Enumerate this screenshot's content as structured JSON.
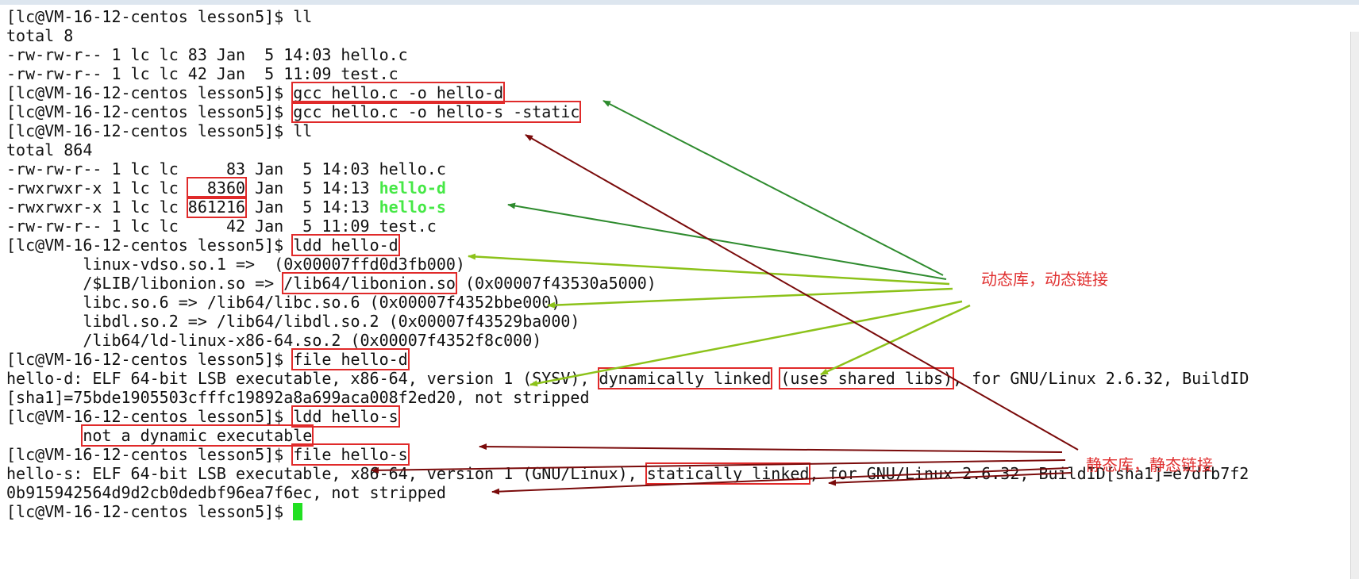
{
  "prompt": "[lc@VM-16-12-centos lesson5]$ ",
  "l1": {
    "cmd": "ll"
  },
  "l2": {
    "text": "total 8"
  },
  "l3": {
    "text": "-rw-rw-r-- 1 lc lc 83 Jan  5 14:03 hello.c"
  },
  "l4": {
    "text": "-rw-rw-r-- 1 lc lc 42 Jan  5 11:09 test.c"
  },
  "l5": {
    "cmd": "gcc hello.c -o hello-d"
  },
  "l6": {
    "cmd": "gcc hello.c -o hello-s -static"
  },
  "l7": {
    "cmd": "ll"
  },
  "l8": {
    "text": "total 864"
  },
  "l9": {
    "text": "-rw-rw-r-- 1 lc lc     83 Jan  5 14:03 hello.c"
  },
  "l10": {
    "pre": "-rwxrwxr-x 1 lc lc ",
    "size": "  8360",
    "mid": " Jan  5 14:13 ",
    "name": "hello-d"
  },
  "l11": {
    "pre": "-rwxrwxr-x 1 lc lc ",
    "size": "861216",
    "mid": " Jan  5 14:13 ",
    "name": "hello-s"
  },
  "l12": {
    "text": "-rw-rw-r-- 1 lc lc     42 Jan  5 11:09 test.c"
  },
  "l13": {
    "cmd": "ldd hello-d"
  },
  "l14": {
    "text": "        linux-vdso.so.1 =>  (0x00007ffd0d3fb000)"
  },
  "l15": {
    "pre": "        /$LIB/libonion.so => ",
    "lib": "/lib64/libonion.so",
    "post": " (0x00007f43530a5000)"
  },
  "l16": {
    "text": "        libc.so.6 => /lib64/libc.so.6 (0x00007f4352bbe000)"
  },
  "l17": {
    "text": "        libdl.so.2 => /lib64/libdl.so.2 (0x00007f43529ba000)"
  },
  "l18": {
    "text": "        /lib64/ld-linux-x86-64.so.2 (0x00007f4352f8c000)"
  },
  "l19": {
    "cmd": "file hello-d"
  },
  "l20": {
    "pre": "hello-d: ELF 64-bit LSB executable, x86-64, version 1 (SYSV), ",
    "b1": "dynamically linked",
    "sp": " ",
    "b2": "(uses shared libs)",
    "post": ", for GNU/Linux 2.6.32, BuildID"
  },
  "l21": {
    "text": "[sha1]=75bde1905503cfffc19892a8a699aca008f2ed20, not stripped"
  },
  "l22": {
    "cmd": "ldd hello-s"
  },
  "l23": {
    "pre": "        ",
    "boxed": "not a dynamic executable"
  },
  "l24": {
    "cmd": "file hello-s"
  },
  "l25": {
    "pre": "hello-s: ELF 64-bit LSB executable, x86-64, version 1 (GNU/Linux), ",
    "boxed": "statically linked",
    "post": ", for GNU/Linux 2.6.32, BuildID[sha1]=e7dfb7f2"
  },
  "l26": {
    "text": "0b915942564d9d2cb0dedbf96ea7f6ec, not stripped"
  },
  "annotations": {
    "dynamic": "动态库，动态链接",
    "static": "静态库，静态链接"
  },
  "colors": {
    "box_red": "#e02a2a",
    "label_red": "#e03030",
    "arrow_dark_green": "#2e8b2e",
    "arrow_light_green": "#8cc21a",
    "arrow_dark_red": "#7a0a0a",
    "executable_green": "#46e846",
    "cursor_green": "#22e022"
  }
}
